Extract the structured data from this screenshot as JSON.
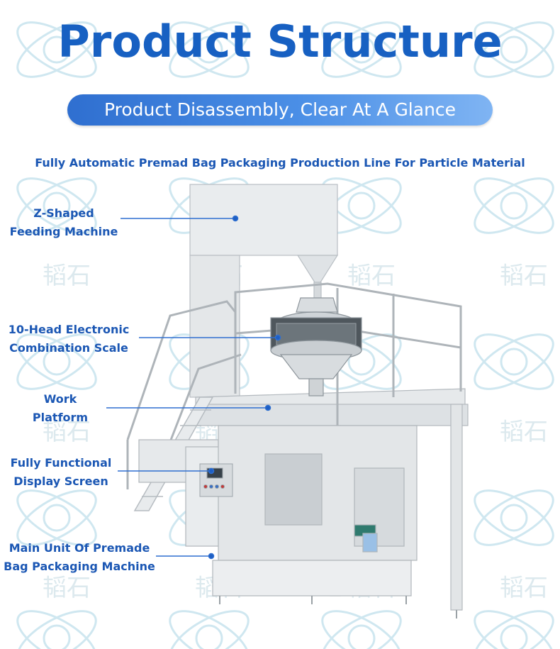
{
  "header": {
    "title": "Product Structure",
    "banner": "Product Disassembly, Clear At A Glance"
  },
  "subtitle": "Fully Automatic Premad Bag Packaging Production Line For Particle Material",
  "watermark_text": "韬石",
  "callouts": [
    {
      "line1": "Z-Shaped",
      "line2": "Feeding Machine"
    },
    {
      "line1": "10-Head Electronic",
      "line2": "Combination Scale"
    },
    {
      "line1": "Work",
      "line2": "Platform"
    },
    {
      "line1": "Fully Functional",
      "line2": "Display Screen"
    },
    {
      "line1": "Main Unit Of Premade",
      "line2": "Bag Packaging Machine"
    }
  ],
  "colors": {
    "title": "#1760c2",
    "label": "#1b57b4",
    "leader_line": "#2f6fd0",
    "banner_start": "#2f6fd0",
    "banner_end": "#7fb4f3",
    "watermark": "#c9e6ef"
  }
}
